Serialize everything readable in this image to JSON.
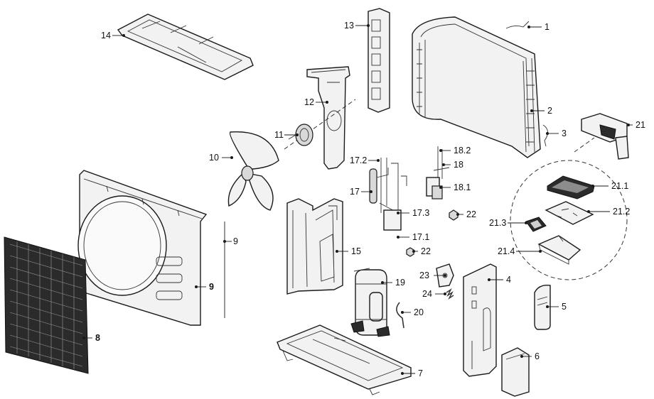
{
  "callouts": {
    "c1": "1",
    "c2": "2",
    "c3": "3",
    "c4": "4",
    "c5": "5",
    "c6": "6",
    "c7": "7",
    "c8": "8",
    "c9a": "9",
    "c9b": "9",
    "c10": "10",
    "c11": "11",
    "c12": "12",
    "c13": "13",
    "c14": "14",
    "c15": "15",
    "c17": "17",
    "c17_1": "17.1",
    "c17_2": "17.2",
    "c17_3": "17.3",
    "c18": "18",
    "c18_1": "18.1",
    "c18_2": "18.2",
    "c19": "19",
    "c20": "20",
    "c21": "21",
    "c21_1": "21.1",
    "c21_2": "21.2",
    "c21_3": "21.3",
    "c21_4": "21.4",
    "c22a": "22",
    "c22b": "22",
    "c23": "23",
    "c24": "24"
  }
}
